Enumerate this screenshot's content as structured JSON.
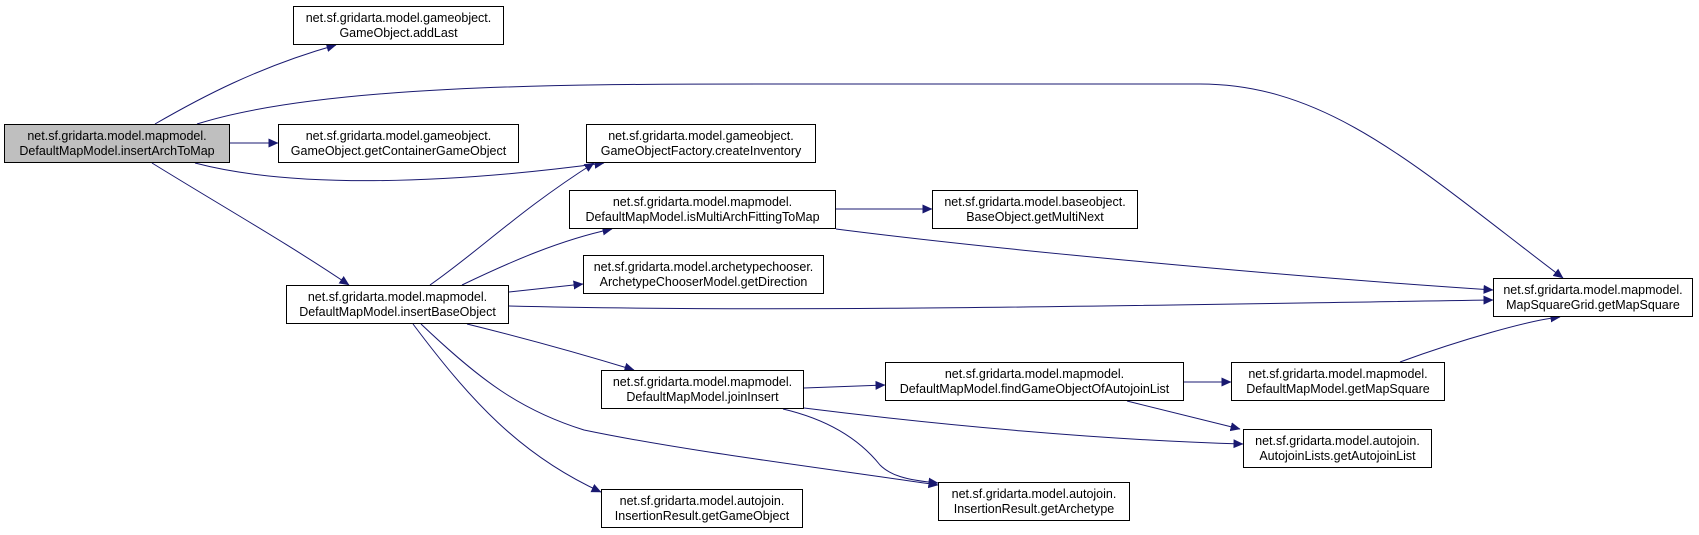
{
  "colors": {
    "edge": "#191970",
    "border": "#000000",
    "root_fill": "#bfbfbf",
    "node_fill": "#ffffff"
  },
  "nodes": {
    "insertArchToMap": {
      "line1": "net.sf.gridarta.model.mapmodel.",
      "line2": "DefaultMapModel.insertArchToMap"
    },
    "addLast": {
      "line1": "net.sf.gridarta.model.gameobject.",
      "line2": "GameObject.addLast"
    },
    "getContainerGameObject": {
      "line1": "net.sf.gridarta.model.gameobject.",
      "line2": "GameObject.getContainerGameObject"
    },
    "createInventory": {
      "line1": "net.sf.gridarta.model.gameobject.",
      "line2": "GameObjectFactory.createInventory"
    },
    "isMultiArchFittingToMap": {
      "line1": "net.sf.gridarta.model.mapmodel.",
      "line2": "DefaultMapModel.isMultiArchFittingToMap"
    },
    "getMultiNext": {
      "line1": "net.sf.gridarta.model.baseobject.",
      "line2": "BaseObject.getMultiNext"
    },
    "getDirection": {
      "line1": "net.sf.gridarta.model.archetypechooser.",
      "line2": "ArchetypeChooserModel.getDirection"
    },
    "insertBaseObject": {
      "line1": "net.sf.gridarta.model.mapmodel.",
      "line2": "DefaultMapModel.insertBaseObject"
    },
    "gridGetMapSquare": {
      "line1": "net.sf.gridarta.model.mapmodel.",
      "line2": "MapSquareGrid.getMapSquare"
    },
    "joinInsert": {
      "line1": "net.sf.gridarta.model.mapmodel.",
      "line2": "DefaultMapModel.joinInsert"
    },
    "findGameObjectOfAutojoinList": {
      "line1": "net.sf.gridarta.model.mapmodel.",
      "line2": "DefaultMapModel.findGameObjectOfAutojoinList"
    },
    "modelGetMapSquare": {
      "line1": "net.sf.gridarta.model.mapmodel.",
      "line2": "DefaultMapModel.getMapSquare"
    },
    "getAutojoinList": {
      "line1": "net.sf.gridarta.model.autojoin.",
      "line2": "AutojoinLists.getAutojoinList"
    },
    "getGameObject": {
      "line1": "net.sf.gridarta.model.autojoin.",
      "line2": "InsertionResult.getGameObject"
    },
    "getArchetype": {
      "line1": "net.sf.gridarta.model.autojoin.",
      "line2": "InsertionResult.getArchetype"
    }
  }
}
